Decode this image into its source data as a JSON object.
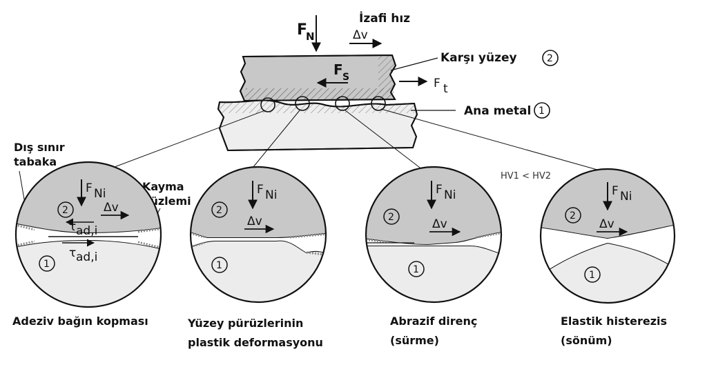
{
  "top": {
    "normal_force": "F",
    "normal_force_sub": "N",
    "relative_speed_label": "İzafi hız",
    "delta_v": "Δv",
    "counter_surface_label": "Karşı yüzey",
    "counter_surface_num": "2",
    "base_metal_label": "Ana metal",
    "base_metal_num": "1",
    "shear_force": "F",
    "shear_force_sub": "S",
    "tangential_force": "F",
    "tangential_force_sub": "t"
  },
  "annotations": {
    "outer_boundary_line1": "Dış sınır",
    "outer_boundary_line2": "tabaka",
    "slip_plane_line1": "Kayma",
    "slip_plane_line2": "düzlemi",
    "hardness": "HV1 < HV2"
  },
  "circle_common": {
    "force_symbol": "F",
    "force_sub": "Ni",
    "delta_v": "Δv",
    "upper_num": "2",
    "lower_num": "1",
    "tau_symbol": "τ",
    "tau_sub": "ad,i"
  },
  "captions": [
    {
      "line1": "Adeziv bağın kopması",
      "line2": ""
    },
    {
      "line1": "Yüzey pürüzlerinin",
      "line2": "plastik deformasyonu"
    },
    {
      "line1": "Abrazif direnç",
      "line2": "(sürme)"
    },
    {
      "line1": "Elastik histerezis",
      "line2": "(sönüm)"
    }
  ],
  "colors": {
    "upper_body": "#c8c8c8",
    "lower_body": "#ececec",
    "stroke": "#111111"
  }
}
